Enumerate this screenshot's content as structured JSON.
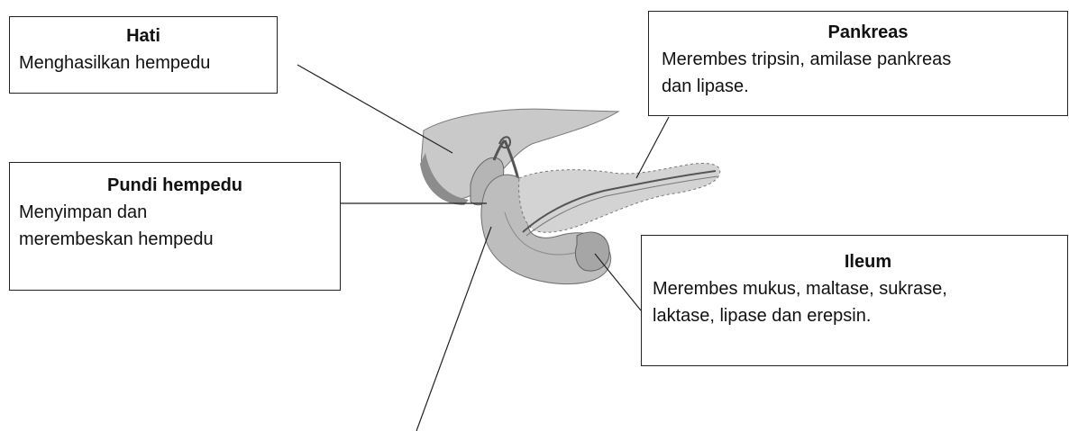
{
  "labels": {
    "hati": {
      "title": "Hati",
      "desc": "Menghasilkan hempedu"
    },
    "pundi": {
      "title": "Pundi hempedu",
      "desc_line1": "Menyimpan dan",
      "desc_line2": "merembeskan hempedu"
    },
    "pankreas": {
      "title": "Pankreas",
      "desc_line1": "Merembes tripsin, amilase pankreas",
      "desc_line2": "dan lipase."
    },
    "ileum": {
      "title": "Ileum",
      "desc_line1": "Merembes mukus, maltase, sukrase,",
      "desc_line2": "laktase, lipase dan erepsin."
    }
  },
  "colors": {
    "organ_light": "#cfcfcf",
    "organ_mid": "#a9a9a9",
    "organ_dark": "#5a5a5a",
    "line": "#222222"
  }
}
